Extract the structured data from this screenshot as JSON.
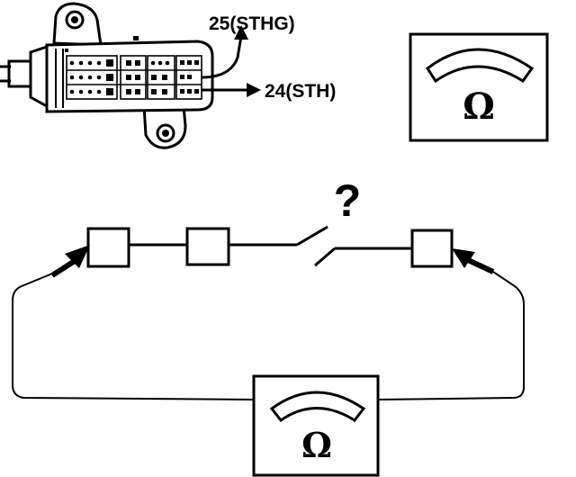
{
  "connector": {
    "pin_labels": [
      "25(STHG)",
      "24(STH)"
    ]
  },
  "meter": {
    "symbol": "Ω"
  },
  "switch": {
    "unknown_mark": "?"
  }
}
